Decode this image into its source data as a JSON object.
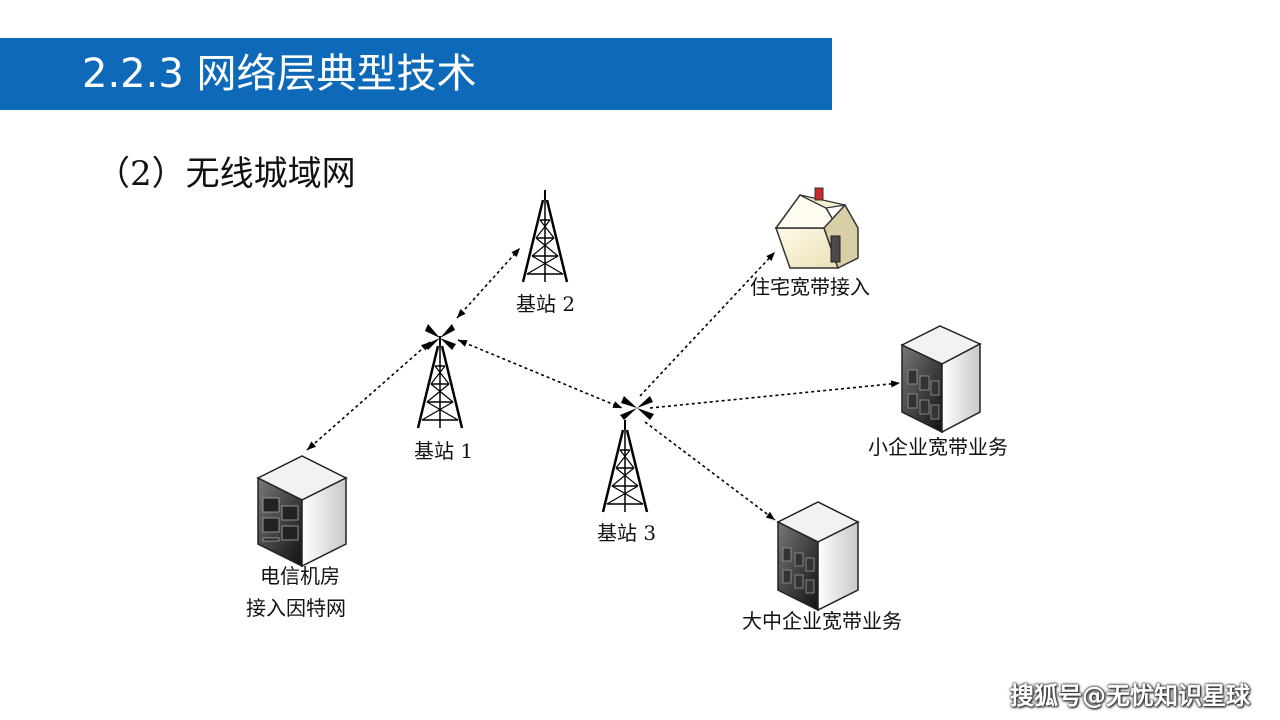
{
  "header": {
    "title": "2.2.3 网络层典型技术"
  },
  "subtitle": "（2）无线城域网",
  "nodes": {
    "bs1": "基站 1",
    "bs2": "基站 2",
    "bs3": "基站 3",
    "telecom_line1": "电信机房",
    "telecom_line2": "接入因特网",
    "home": "住宅宽带接入",
    "small_biz": "小企业宽带业务",
    "large_biz": "大中企业宽带业务"
  },
  "icons": [
    "tower-icon",
    "house-icon",
    "building-icon",
    "server-building-icon"
  ],
  "colors": {
    "title_bar": "#0e6ab8",
    "title_text": "#ffffff"
  },
  "watermark": "搜狐号@无忧知识星球"
}
